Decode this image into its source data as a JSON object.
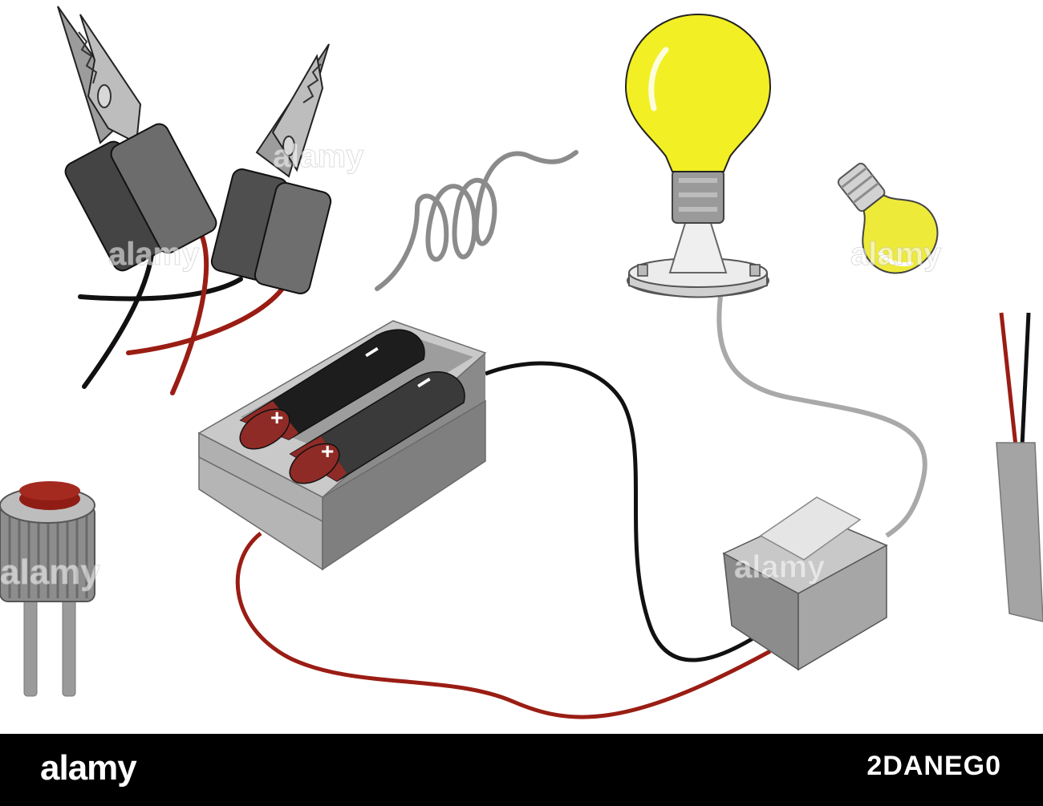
{
  "stock": {
    "brand": "alamy",
    "image_id": "2DANEG0"
  },
  "watermark": {
    "text": "alamy"
  },
  "battery": {
    "plus": "+",
    "minus": "−"
  },
  "colors": {
    "wire_red": "#9a1d14",
    "wire_black": "#111111",
    "wire_gray": "#a9a9a9",
    "bulb_yellow": "#f2ef24",
    "battery_red": "#8f2b26",
    "holder_gray": "#9e9e9e"
  }
}
